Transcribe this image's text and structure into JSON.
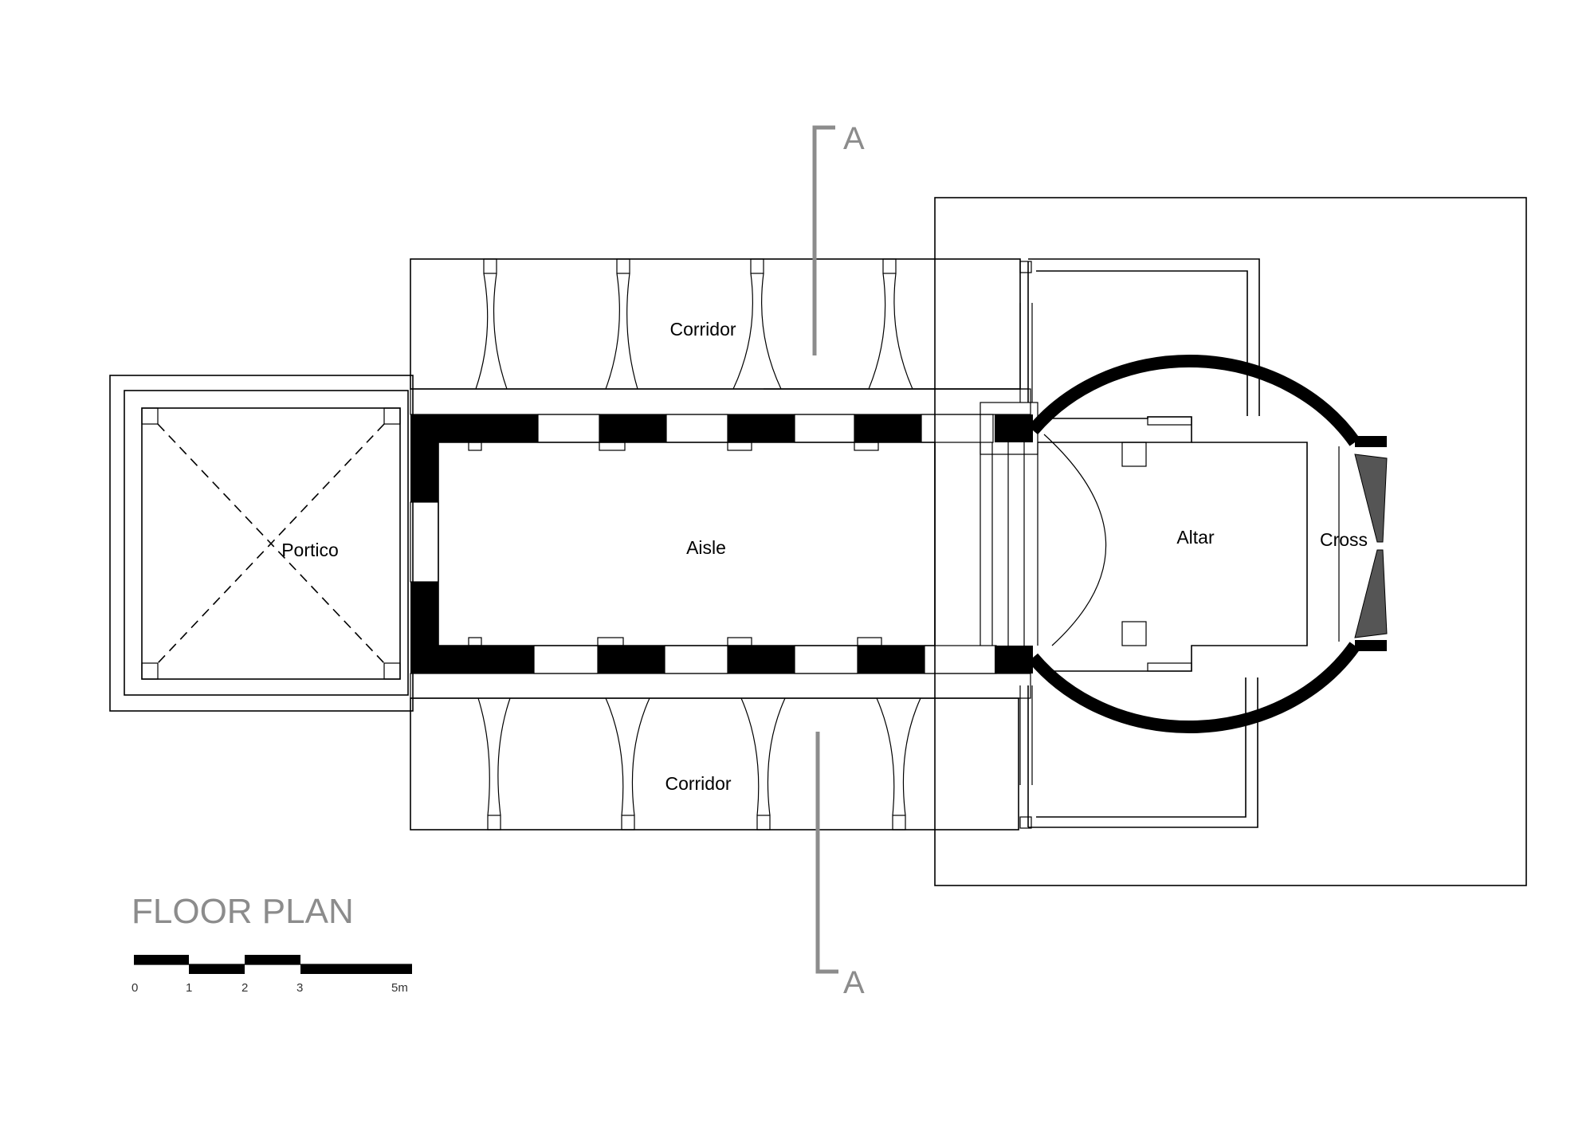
{
  "drawing": {
    "title": "FLOOR PLAN",
    "section_marker": {
      "top_label": "A",
      "bottom_label": "A"
    },
    "rooms": {
      "corridor_north": "Corridor",
      "corridor_south": "Corridor",
      "portico": "Portico",
      "aisle": "Aisle",
      "altar": "Altar",
      "cross": "Cross"
    },
    "scale_bar": {
      "ticks": [
        "0",
        "1",
        "2",
        "3",
        "5m"
      ]
    }
  },
  "colors": {
    "line": "#000000",
    "annotation_gray": "#8c8c8c",
    "background": "#ffffff"
  }
}
